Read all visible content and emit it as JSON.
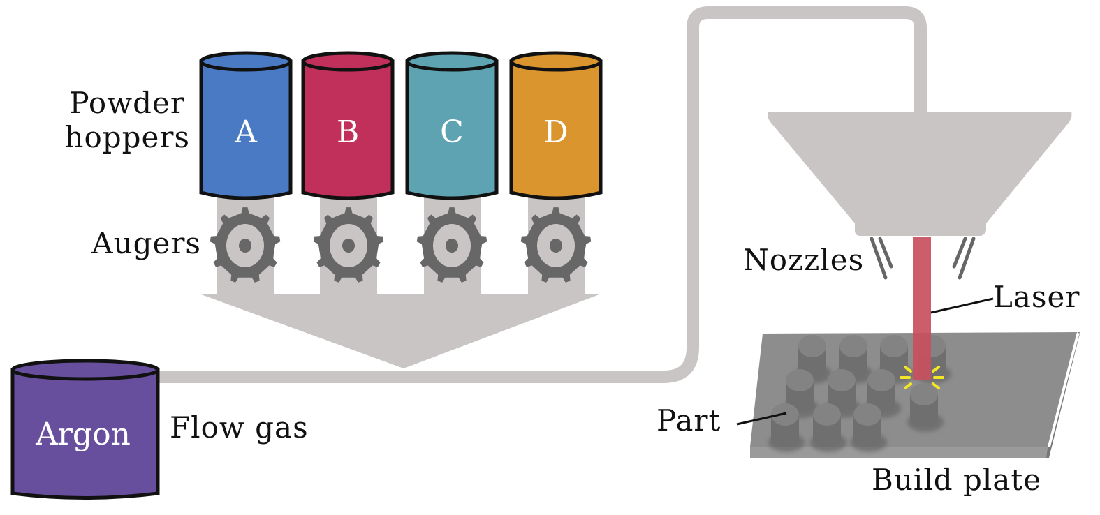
{
  "labels": {
    "powder_line1": "Powder",
    "powder_line2": "hoppers",
    "augers": "Augers",
    "flow_gas": "Flow gas",
    "argon": "Argon",
    "nozzles": "Nozzles",
    "laser": "Laser",
    "part": "Part",
    "build_plate": "Build plate"
  },
  "hoppers": [
    {
      "letter": "A",
      "color": "#4a7ac4"
    },
    {
      "letter": "B",
      "color": "#c1305a"
    },
    {
      "letter": "C",
      "color": "#5ea3b2"
    },
    {
      "letter": "D",
      "color": "#db952f"
    }
  ],
  "colors": {
    "argon": "#674f9e",
    "pipe": "#c8c5c4",
    "auger": "#676767",
    "laser": "#c8505e",
    "plate": "#8a8a8a",
    "melt_spark": "#f2e626"
  }
}
